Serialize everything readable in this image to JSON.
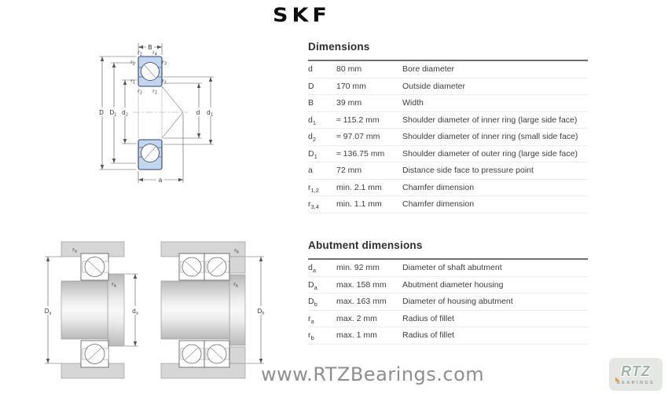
{
  "brand": {
    "logo": "SKF"
  },
  "dimensions": {
    "title": "Dimensions",
    "rows": [
      {
        "base": "d",
        "sub": "",
        "value": "80 mm",
        "desc": "Bore diameter"
      },
      {
        "base": "D",
        "sub": "",
        "value": "170 mm",
        "desc": "Outside diameter"
      },
      {
        "base": "B",
        "sub": "",
        "value": "39 mm",
        "desc": "Width"
      },
      {
        "base": "d",
        "sub": "1",
        "value": "≈ 115.2 mm",
        "desc": "Shoulder diameter of inner ring (large side face)"
      },
      {
        "base": "d",
        "sub": "2",
        "value": "≈ 97.07 mm",
        "desc": "Shoulder diameter of inner ring (small side face)"
      },
      {
        "base": "D",
        "sub": "1",
        "value": "≈ 136.75 mm",
        "desc": "Shoulder diameter of outer ring (large side face)"
      },
      {
        "base": "a",
        "sub": "",
        "value": "72 mm",
        "desc": "Distance side face to pressure point"
      },
      {
        "base": "r",
        "sub": "1,2",
        "value": "min. 2.1 mm",
        "desc": "Chamfer dimension"
      },
      {
        "base": "r",
        "sub": "3,4",
        "value": "min. 1.1 mm",
        "desc": "Chamfer dimension"
      }
    ]
  },
  "abutment": {
    "title": "Abutment dimensions",
    "rows": [
      {
        "base": "d",
        "sub": "a",
        "value": "min. 92 mm",
        "desc": "Diameter of shaft abutment"
      },
      {
        "base": "D",
        "sub": "a",
        "value": "max. 158 mm",
        "desc": "Abutment diameter housing"
      },
      {
        "base": "D",
        "sub": "b",
        "value": "max. 163 mm",
        "desc": "Diameter of housing abutment"
      },
      {
        "base": "r",
        "sub": "a",
        "value": "max. 2 mm",
        "desc": "Radius of fillet"
      },
      {
        "base": "r",
        "sub": "b",
        "value": "max. 1 mm",
        "desc": "Radius of fillet"
      }
    ]
  },
  "svg_labels": {
    "B": {
      "base": "B",
      "sub": ""
    },
    "a": {
      "base": "a",
      "sub": ""
    },
    "D": {
      "base": "D",
      "sub": ""
    },
    "D1": {
      "base": "D",
      "sub": "1"
    },
    "d2": {
      "base": "d",
      "sub": "2"
    },
    "d": {
      "base": "d",
      "sub": ""
    },
    "d1": {
      "base": "d",
      "sub": "1"
    },
    "r1": {
      "base": "r",
      "sub": "1"
    },
    "r2": {
      "base": "r",
      "sub": "2"
    },
    "r3": {
      "base": "r",
      "sub": "3"
    },
    "r4": {
      "base": "r",
      "sub": "4"
    },
    "ra": {
      "base": "r",
      "sub": "a"
    },
    "rb": {
      "base": "r",
      "sub": "b"
    },
    "da": {
      "base": "d",
      "sub": "a"
    },
    "Da": {
      "base": "D",
      "sub": "a"
    },
    "Db": {
      "base": "D",
      "sub": "b"
    }
  },
  "watermark": {
    "text": "www.RTZBearings.com"
  },
  "rtz_logo": {
    "word": "RTZ",
    "sub": "BEARINGS"
  },
  "colors": {
    "bearing_fill": "#c3d7ec",
    "bearing_stroke": "#2b3f7e",
    "steel_gray": "#d6d6d6",
    "watermark_gray": "#8e8e8e",
    "logo_sage": "#a2b1a6",
    "logo_accent": "#e0a13a"
  }
}
